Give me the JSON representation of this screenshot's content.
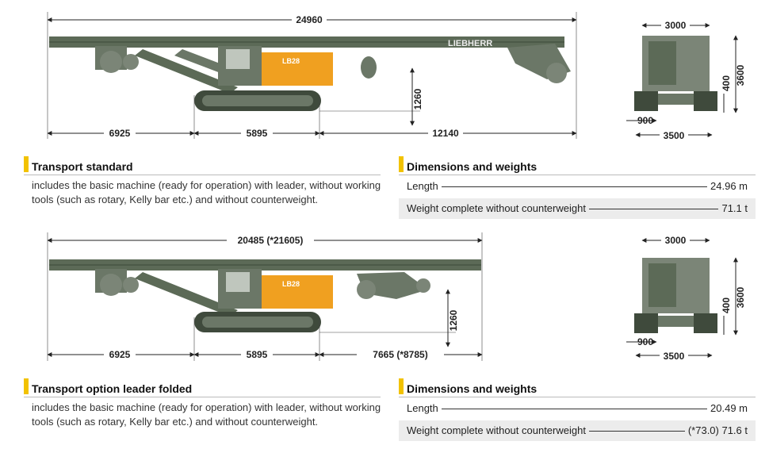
{
  "colors": {
    "accent": "#f2c200",
    "machine_green": "#5c6a57",
    "machine_yellow": "#f0a020"
  },
  "top": {
    "dims": {
      "total": "24960",
      "left": "6925",
      "mid": "5895",
      "right": "12140",
      "height": "1260"
    },
    "brand": "LIEBHERR",
    "cab": "LB28",
    "front": {
      "width_top": "3000",
      "height_total": "3600",
      "height_inner": "400",
      "track": "900",
      "width_bottom": "3500"
    },
    "section_title": "Transport standard",
    "description": "includes the basic machine (ready for operation) with leader, without working tools (such as rotary, Kelly bar etc.) and without counterweight.",
    "dw_title": "Dimensions and weights",
    "rows": [
      {
        "label": "Length",
        "value": "24.96  m"
      },
      {
        "label": "Weight complete without counterweight",
        "value": "71.1  t"
      }
    ]
  },
  "bottom": {
    "dims": {
      "total": "20485 (*21605)",
      "left": "6925",
      "mid": "5895",
      "right": "7665 (*8785)",
      "height": "1260"
    },
    "cab": "LB28",
    "front": {
      "width_top": "3000",
      "height_total": "3600",
      "height_inner": "400",
      "track": "900",
      "width_bottom": "3500"
    },
    "section_title": "Transport option leader folded",
    "description": "includes the basic machine (ready for operation) with leader, without working tools (such as rotary, Kelly bar etc.) and without counterweight.",
    "dw_title": "Dimensions and weights",
    "rows": [
      {
        "label": "Length",
        "value": "20.49  m"
      },
      {
        "label": "Weight complete without counterweight",
        "value": "(*73.0) 71.6  t"
      }
    ]
  }
}
